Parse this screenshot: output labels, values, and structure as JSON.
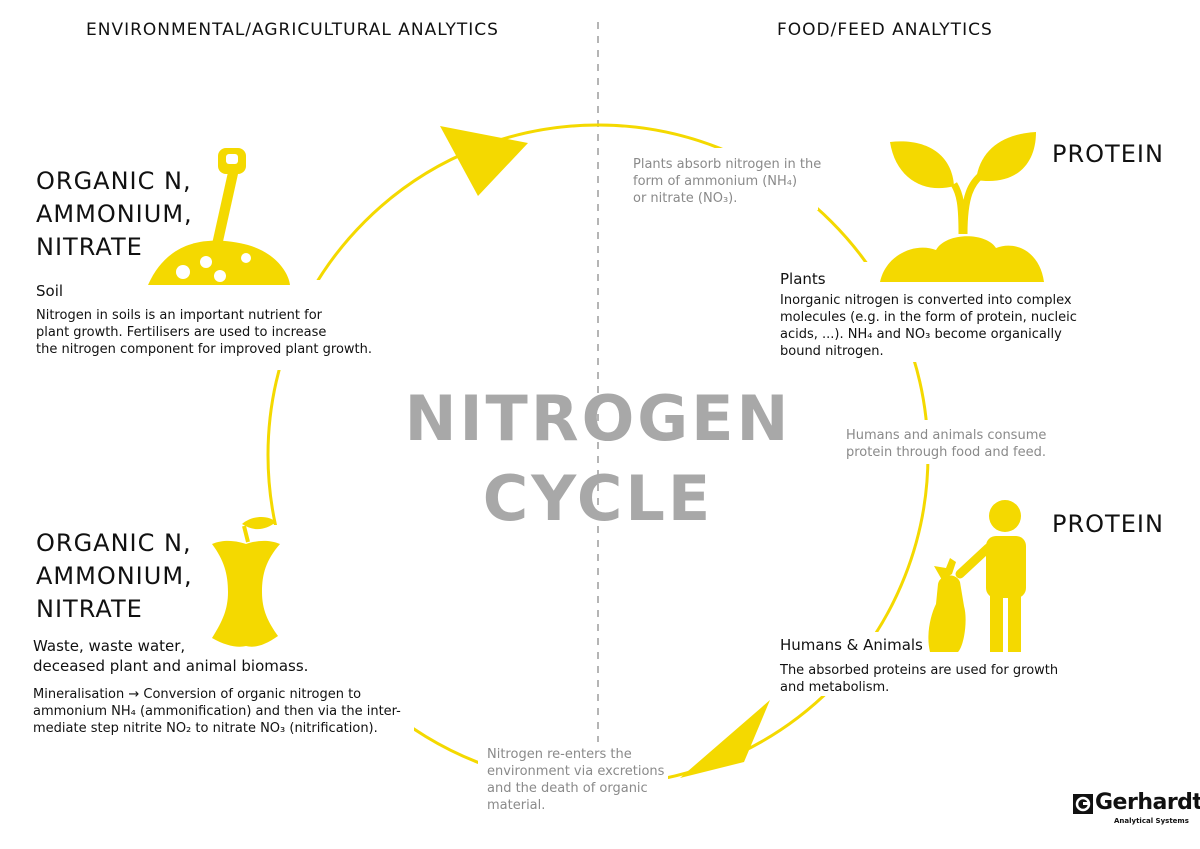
{
  "colors": {
    "accent": "#f4d900",
    "gray_text": "#8a8a8a",
    "title": "#a8a8a8",
    "divider": "#b5b5b5"
  },
  "header": {
    "left": "ENVIRONMENTAL/AGRICULTURAL ANALYTICS",
    "right": "FOOD/FEED ANALYTICS"
  },
  "title": {
    "line1": "NITROGEN",
    "line2": "CYCLE"
  },
  "soil": {
    "heading": [
      "ORGANIC N,",
      "AMMONIUM,",
      "NITRATE"
    ],
    "label": "Soil",
    "text": [
      "Nitrogen in soils is an important nutrient for",
      "plant growth. Fertilisers are used to increase",
      "the nitrogen component for improved plant growth."
    ],
    "icon": "soil-shovel-icon"
  },
  "waste": {
    "heading": [
      "ORGANIC N,",
      "AMMONIUM,",
      "NITRATE"
    ],
    "label": [
      "Waste, waste water,",
      "deceased plant and animal biomass."
    ],
    "text": [
      "Mineralisation → Conversion of organic nitrogen to",
      "ammonium NH₄ (ammonification) and then via the inter-",
      "mediate step nitrite NO₂ to nitrate NO₃ (nitrification)."
    ],
    "icon": "apple-core-icon"
  },
  "plants": {
    "heading": "PROTEIN",
    "label": "Plants",
    "text": [
      "Inorganic nitrogen is converted into complex",
      "molecules (e.g. in the form of protein, nucleic",
      "acids, ...). NH₄ and NO₃ become organically",
      "bound nitrogen."
    ],
    "icon": "sprout-icon"
  },
  "humans": {
    "heading": "PROTEIN",
    "label": "Humans & Animals",
    "text": [
      "The absorbed proteins are used for growth",
      "and metabolism."
    ],
    "icon": "person-dog-icon"
  },
  "transitions": {
    "absorb": [
      "Plants absorb nitrogen in the",
      "form of ammonium (NH₄)",
      "or nitrate (NO₃)."
    ],
    "consume": [
      "Humans and animals consume",
      "protein through food and feed."
    ],
    "reenter": [
      "Nitrogen re-enters the",
      "environment via excretions",
      "and the death of organic",
      "material."
    ]
  },
  "logo": {
    "name": "Gerhardt",
    "tagline": "Analytical Systems",
    "icon": "gerhardt-logo-icon"
  }
}
